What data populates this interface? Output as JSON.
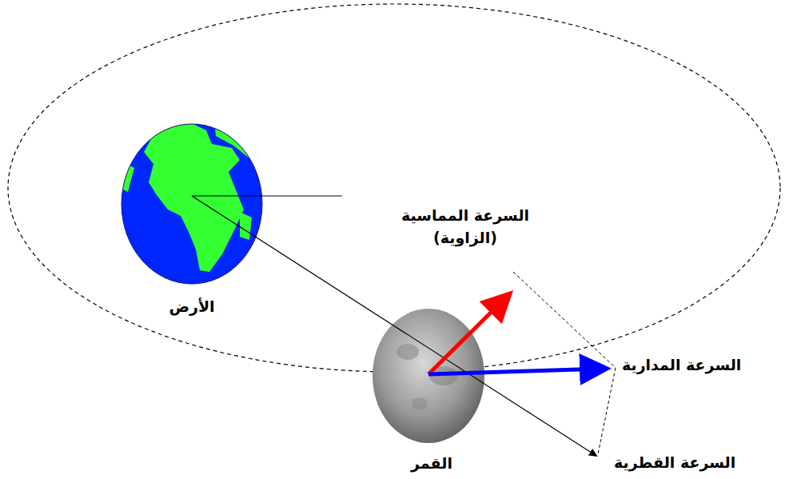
{
  "diagram": {
    "labels": [
      "السرعة المماسية (الزاوية)",
      "الأرض",
      "السرعة المدارية",
      "القمر",
      "السرعة القطرية"
    ]
  }
}
